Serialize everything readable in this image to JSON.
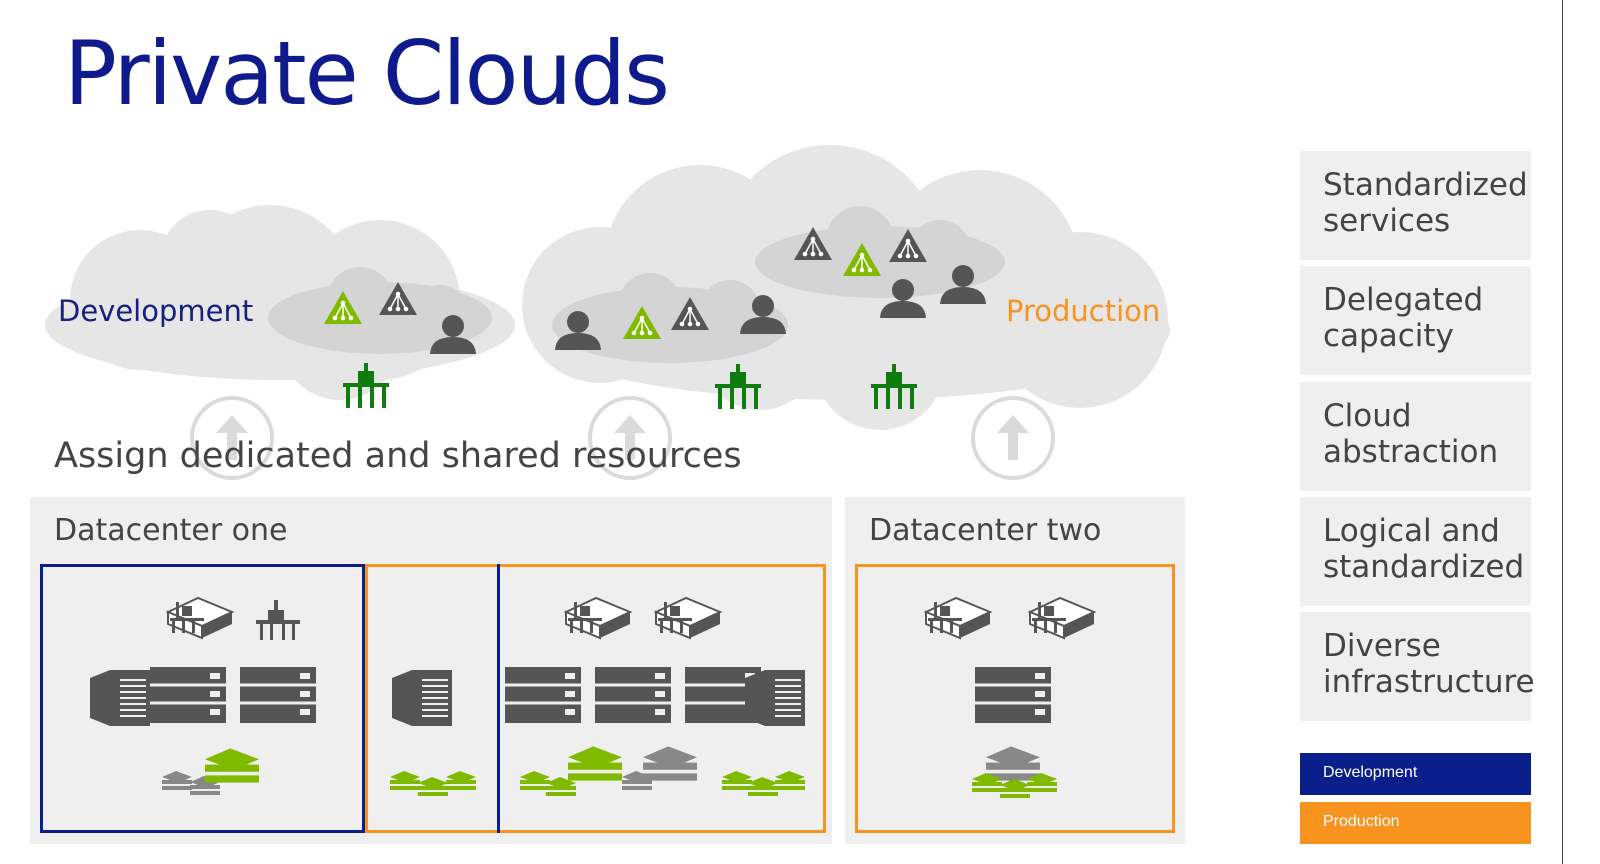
{
  "title": "Private Clouds",
  "clouds": {
    "development_label": "Development",
    "production_label": "Production"
  },
  "assign_text": "Assign dedicated and shared resources",
  "datacenters": [
    {
      "title": "Datacenter one"
    },
    {
      "title": "Datacenter two"
    }
  ],
  "side_cards": [
    {
      "line1": "Standardized",
      "line2": "services"
    },
    {
      "line1": "Delegated",
      "line2": "capacity"
    },
    {
      "line1": "Cloud",
      "line2": "abstraction"
    },
    {
      "line1": "Logical and",
      "line2": "standardized"
    },
    {
      "line1": "Diverse",
      "line2": "infrastructure"
    }
  ],
  "legend": [
    {
      "label": "Development",
      "color": "#0b1f8c"
    },
    {
      "label": "Production",
      "color": "#f7931e"
    }
  ],
  "colors": {
    "title": "#0f1b8c",
    "development": "#0b1f8c",
    "production": "#f7931e",
    "cloud_fill": "#e6e6e6",
    "accent_green": "#7fba00",
    "dark_green": "#107c10",
    "icon_gray": "#555555"
  },
  "icons": [
    "service-triangle-icon",
    "user-icon",
    "network-icon",
    "upload-arrow-icon",
    "server-icon",
    "storage-icon"
  ]
}
